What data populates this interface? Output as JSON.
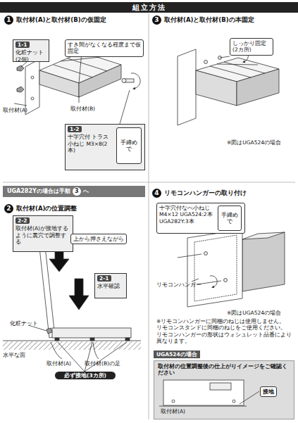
{
  "diagram": {
    "title": "組立方法",
    "nodes": [
      {
        "text": [
          "1",
          "取付材(A)と取付材(B)の仮固定"
        ]
      },
      {
        "text": [
          "1-1",
          "化粧ナット (2個)"
        ]
      },
      {
        "text": [
          "すき間がなくなる程度まで仮固定"
        ]
      },
      {
        "text": [
          "1-2",
          "十字穴付 トラス小ねじ M3×8(2本)"
        ]
      },
      {
        "text": [
          "手締めで"
        ],
        "in": 3
      },
      {
        "text": [
          "3",
          "取付材(A)と取付材(B)の本固定"
        ]
      },
      {
        "text": [
          "しっかり固定 (2カ所)"
        ]
      },
      {
        "text": [
          "UGA282Yの場合は手順",
          "3",
          "へ"
        ]
      },
      {
        "text": [
          "2",
          "取付材(A)の位置調整"
        ]
      },
      {
        "text": [
          "2-2",
          "取付材(A)が接地するように裏穴で調整する"
        ]
      },
      {
        "text": [
          "上から押さえながら"
        ]
      },
      {
        "text": [
          "2-1",
          "水平確認"
        ]
      },
      {
        "text": [
          "必ず接地(3カ所)"
        ]
      },
      {
        "text": [
          "4",
          "リモコンハンガーの取り付け"
        ]
      },
      {
        "text": [
          "十字穴付なべ小ねじ M4×12 UGA524:2本 UGA282Y:3本"
        ]
      },
      {
        "text": [
          "手締めで"
        ],
        "in": 14
      },
      {
        "text": [
          "UGA524の場合"
        ]
      },
      {
        "text": [
          "取付材の位置調整後の仕上がりイメージをご確認ください"
        ]
      },
      {
        "text": [
          "接地"
        ],
        "in": 17
      }
    ],
    "labels": [
      "取付材(A)",
      "取付材(B)",
      "※図はUGA524の場合",
      "化粧ナット",
      "水平な面",
      "取付材(A)",
      "取付材(B)の足",
      "リモコンハンガー",
      "※図はUGA524の場合",
      "※リモコンハンガーに同梱のねじは使用しません。 リモコンスタンドに同梱のねじをご使用ください。 リモコンハンガーの形状はウォシュレット品番により異なります。",
      "取付材(A)"
    ]
  }
}
